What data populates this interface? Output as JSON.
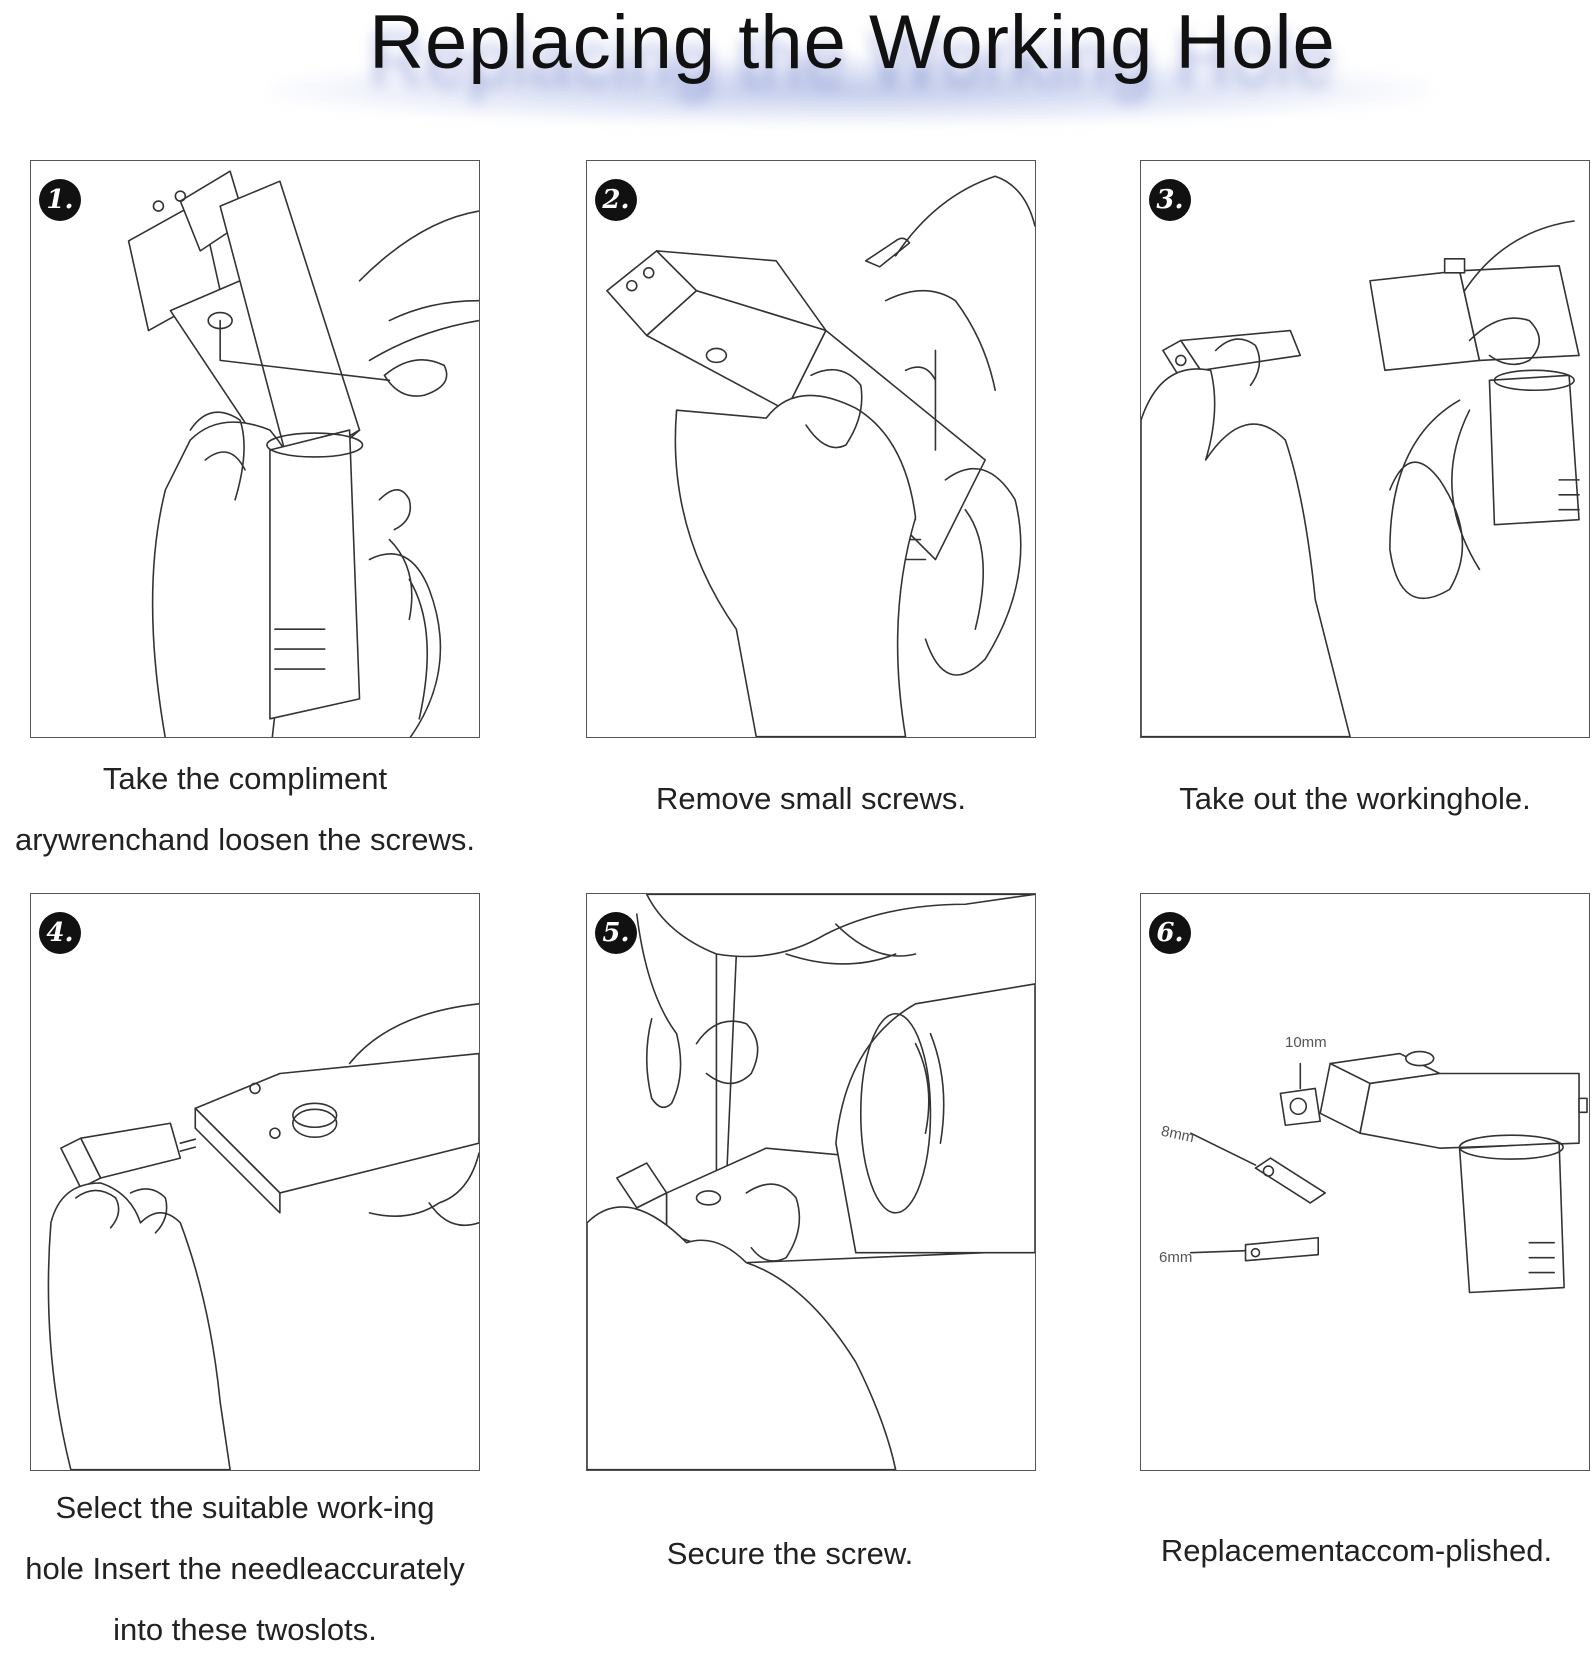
{
  "title": "Replacing the Working Hole",
  "steps": [
    {
      "number": "1.",
      "caption": [
        "Take the compliment",
        "arywrenchand loosen the screws."
      ]
    },
    {
      "number": "2.",
      "caption": [
        "Remove small screws."
      ]
    },
    {
      "number": "3.",
      "caption": [
        "Take out the workinghole."
      ]
    },
    {
      "number": "4.",
      "caption": [
        "Select the suitable work-ing",
        "hole Insert the needleaccurately",
        "into these twoslots."
      ]
    },
    {
      "number": "5.",
      "caption": [
        "Secure the screw."
      ]
    },
    {
      "number": "6.",
      "caption": [
        "Replacementaccom-plished."
      ]
    }
  ],
  "dimensions": {
    "large": "10mm",
    "medium": "8mm",
    "small": "6mm"
  },
  "colors": {
    "title_glow": "#8c9bd8",
    "line_art": "#333333",
    "badge": "#111111"
  }
}
